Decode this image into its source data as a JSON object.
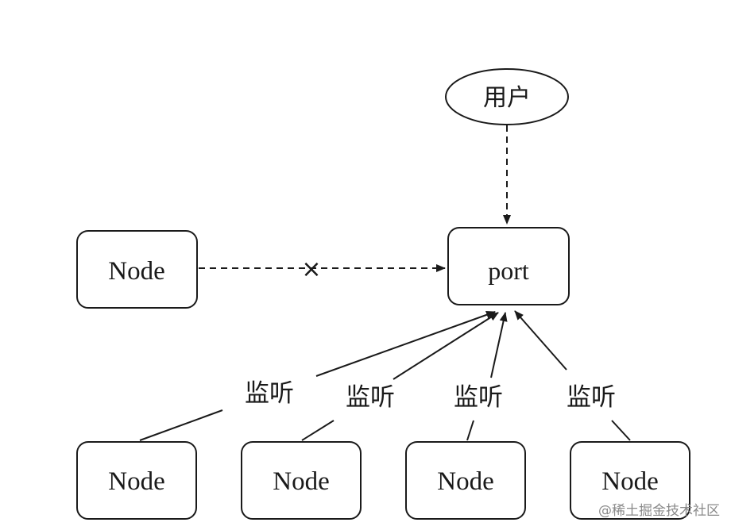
{
  "user_node": {
    "label": "用户"
  },
  "port_node": {
    "label": "port"
  },
  "blocked_node": {
    "label": "Node"
  },
  "blocked_marker": "×",
  "listen_nodes": [
    {
      "label": "Node",
      "edge_label": "监听"
    },
    {
      "label": "Node",
      "edge_label": "监听"
    },
    {
      "label": "Node",
      "edge_label": "监听"
    },
    {
      "label": "Node",
      "edge_label": "监听"
    }
  ],
  "watermark": "@稀土掘金技术社区"
}
